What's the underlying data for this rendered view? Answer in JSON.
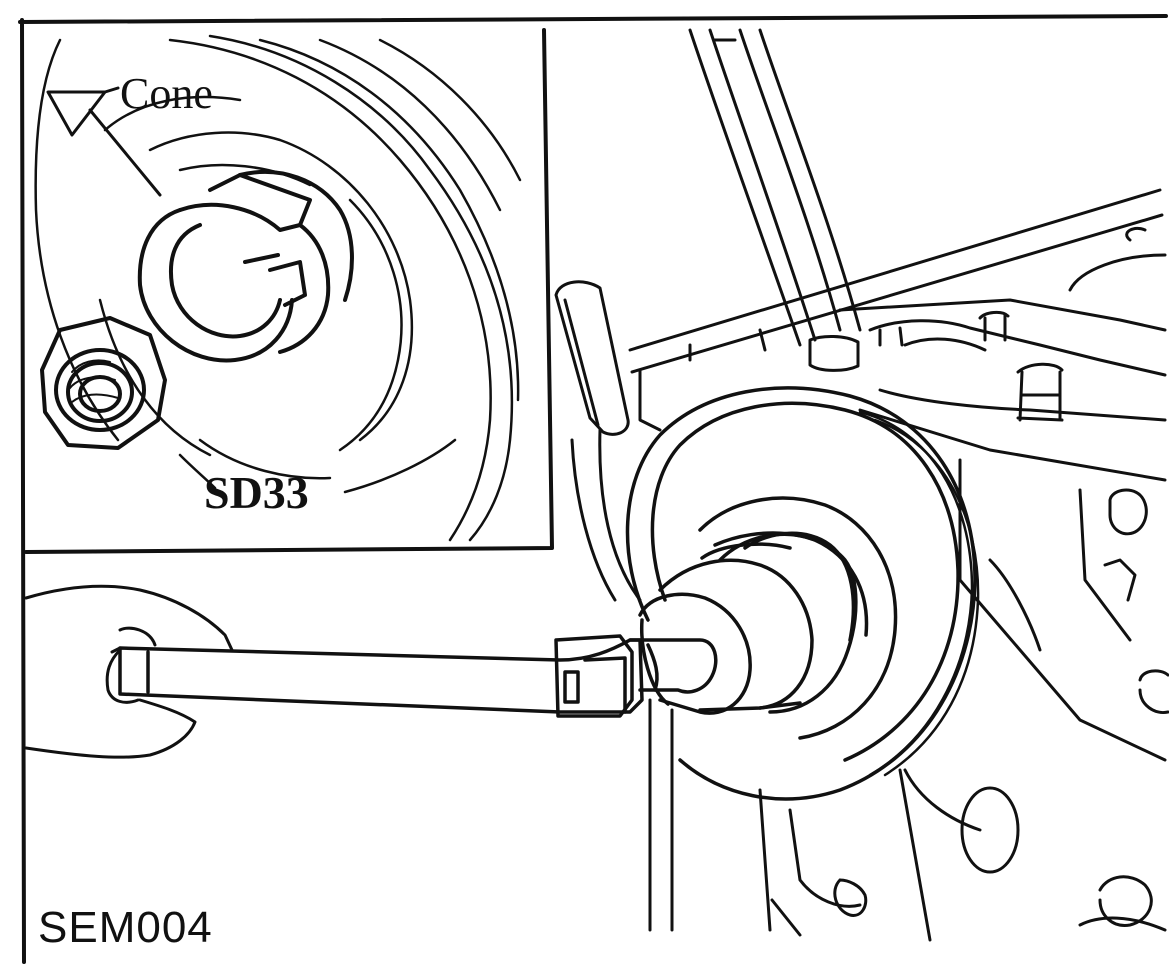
{
  "labels": {
    "cone": "Cone",
    "tool": "SD33",
    "figure_code": "SEM004"
  },
  "colors": {
    "ink": "#111111",
    "paper": "#ffffff"
  }
}
